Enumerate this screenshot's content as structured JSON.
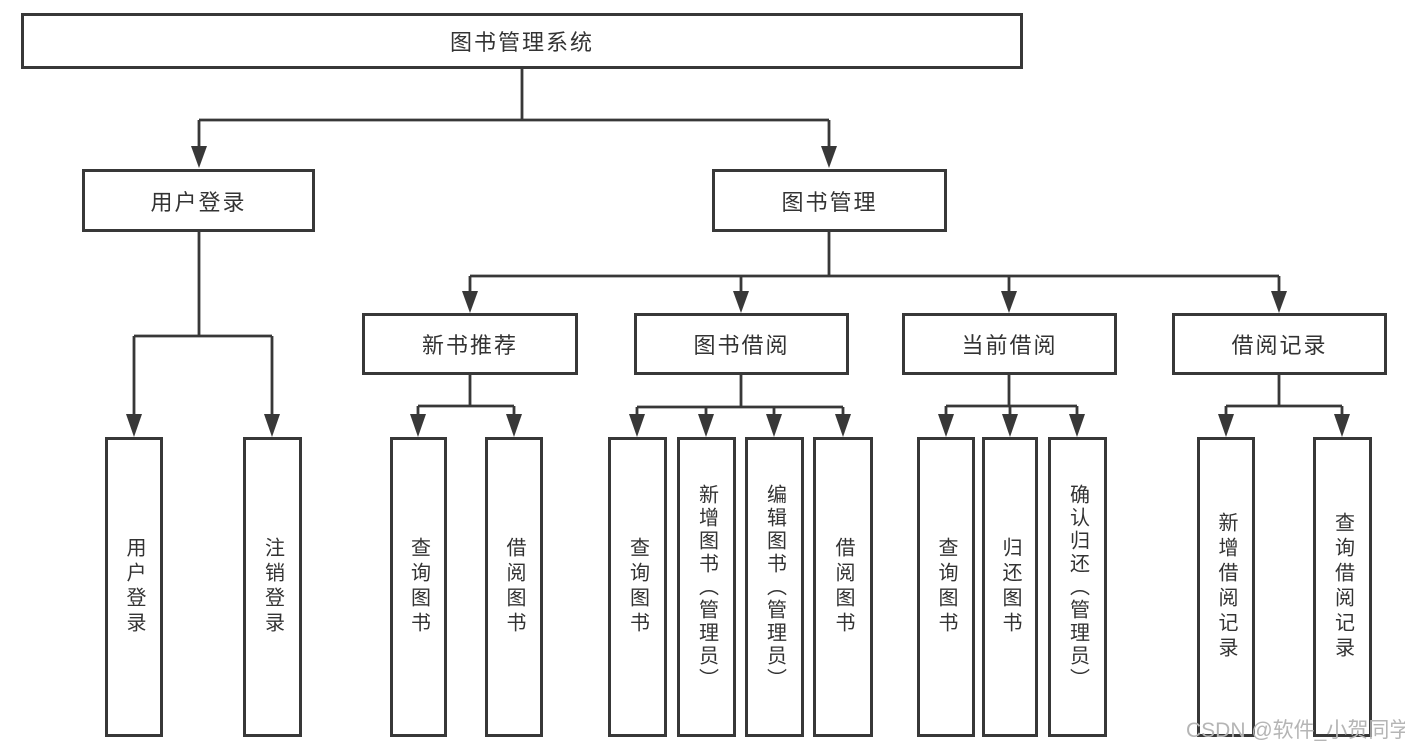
{
  "diagram": {
    "nodes": {
      "root": "图书管理系统",
      "level2": [
        "用户登录",
        "图书管理"
      ],
      "level3": [
        "新书推荐",
        "图书借阅",
        "当前借阅",
        "借阅记录"
      ],
      "leaves": [
        "用户登录",
        "注销登录",
        "查询图书",
        "借阅图书",
        "查询图书",
        "新增图书（管理员）",
        "编辑图书（管理员）",
        "借阅图书",
        "查询图书",
        "归还图书",
        "确认归还（管理员）",
        "新增借阅记录",
        "查询借阅记录"
      ]
    },
    "colors": {
      "line": "#383838",
      "text": "#333333",
      "watermark": "#b5b5b5",
      "background": "#ffffff"
    },
    "watermark": "CSDN @软件_小贺同学"
  }
}
